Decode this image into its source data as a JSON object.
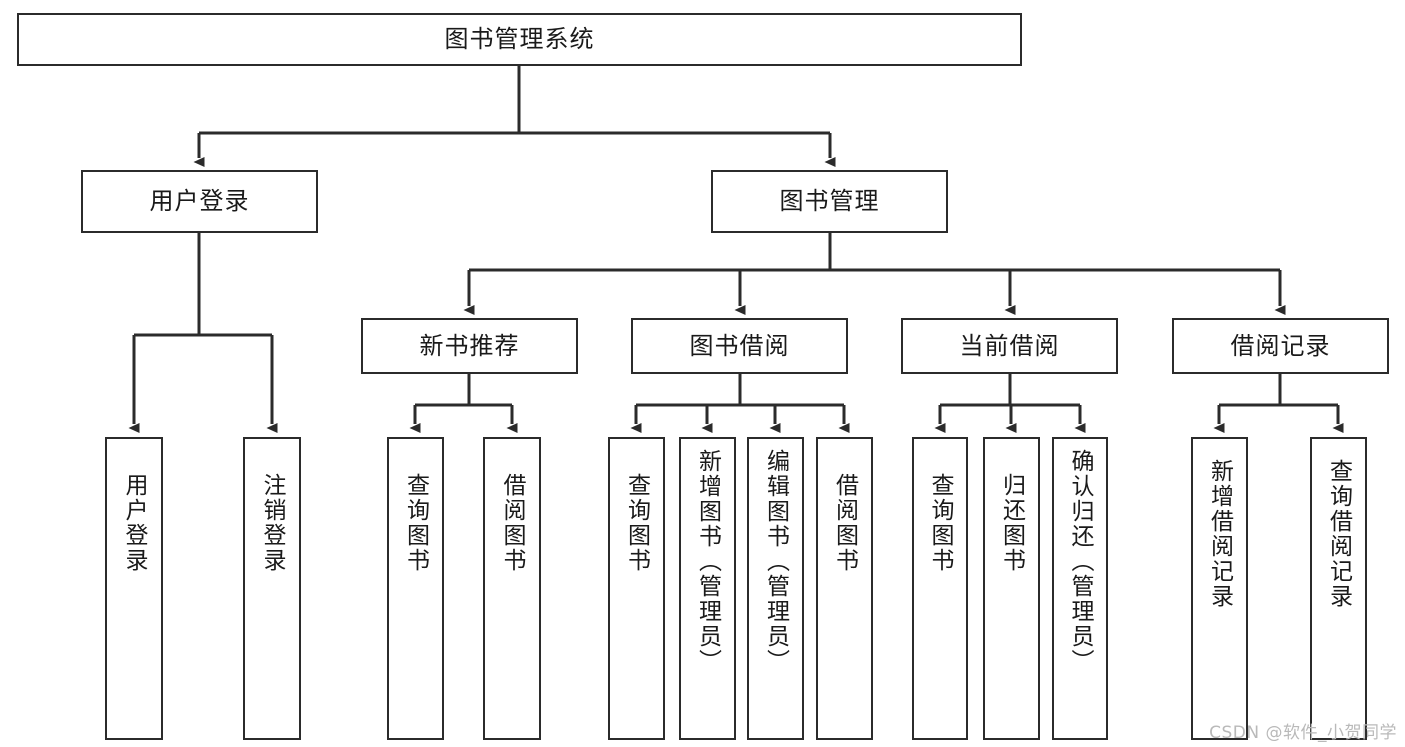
{
  "diagram": {
    "title": "图书管理系统",
    "watermark": "CSDN @软件_小贺同学",
    "line_color": "#2b2b2b",
    "box_fill": "#ffffff",
    "text_color": "#1a1a1a",
    "nodes": {
      "root": {
        "label": "图书管理系统"
      },
      "level2": [
        {
          "id": "user-login",
          "label": "用户登录"
        },
        {
          "id": "book-manage",
          "label": "图书管理"
        }
      ],
      "level3": [
        {
          "id": "new-book-recommend",
          "label": "新书推荐"
        },
        {
          "id": "book-borrow",
          "label": "图书借阅"
        },
        {
          "id": "current-borrow",
          "label": "当前借阅"
        },
        {
          "id": "borrow-record",
          "label": "借阅记录"
        }
      ],
      "leaves": {
        "user_login": [
          {
            "id": "leaf-user-login",
            "label": "用户登录"
          },
          {
            "id": "leaf-user-logout",
            "label": "注销登录"
          }
        ],
        "new_book_recommend": [
          {
            "id": "leaf-query-book-1",
            "label": "查询图书"
          },
          {
            "id": "leaf-borrow-book-1",
            "label": "借阅图书"
          }
        ],
        "book_borrow": [
          {
            "id": "leaf-query-book-2",
            "label": "查询图书"
          },
          {
            "id": "leaf-add-book",
            "label": "新增图书（管理员）"
          },
          {
            "id": "leaf-edit-book",
            "label": "编辑图书（管理员）"
          },
          {
            "id": "leaf-borrow-book-2",
            "label": "借阅图书"
          }
        ],
        "current_borrow": [
          {
            "id": "leaf-query-book-3",
            "label": "查询图书"
          },
          {
            "id": "leaf-return-book",
            "label": "归还图书"
          },
          {
            "id": "leaf-confirm-return",
            "label": "确认归还（管理员）"
          }
        ],
        "borrow_record": [
          {
            "id": "leaf-add-record",
            "label": "新增借阅记录"
          },
          {
            "id": "leaf-query-record",
            "label": "查询借阅记录"
          }
        ]
      }
    }
  }
}
